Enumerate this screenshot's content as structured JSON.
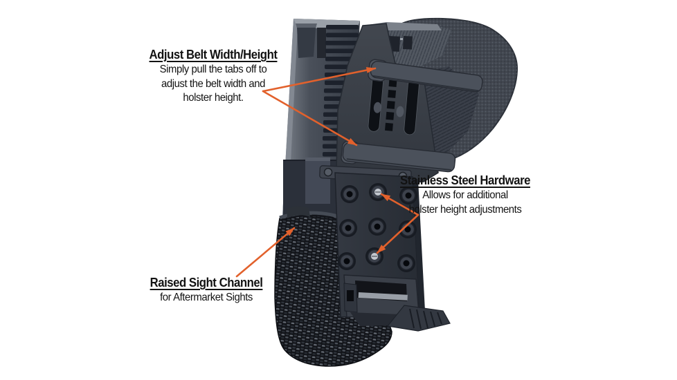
{
  "callouts": {
    "belt": {
      "title": "Adjust Belt Width/Height",
      "lines": [
        "Simply pull the tabs off to",
        "adjust the belt width and",
        "holster height."
      ]
    },
    "hardware": {
      "title": "Stainless Steel Hardware",
      "lines": [
        "Allows for additional",
        "holster height adjustments"
      ]
    },
    "sight": {
      "title": "Raised Sight Channel",
      "lines": [
        "for Aftermarket Sights"
      ]
    }
  },
  "colors": {
    "arrow": "#E2612C",
    "text": "#121212",
    "background": "#FFFFFF"
  }
}
